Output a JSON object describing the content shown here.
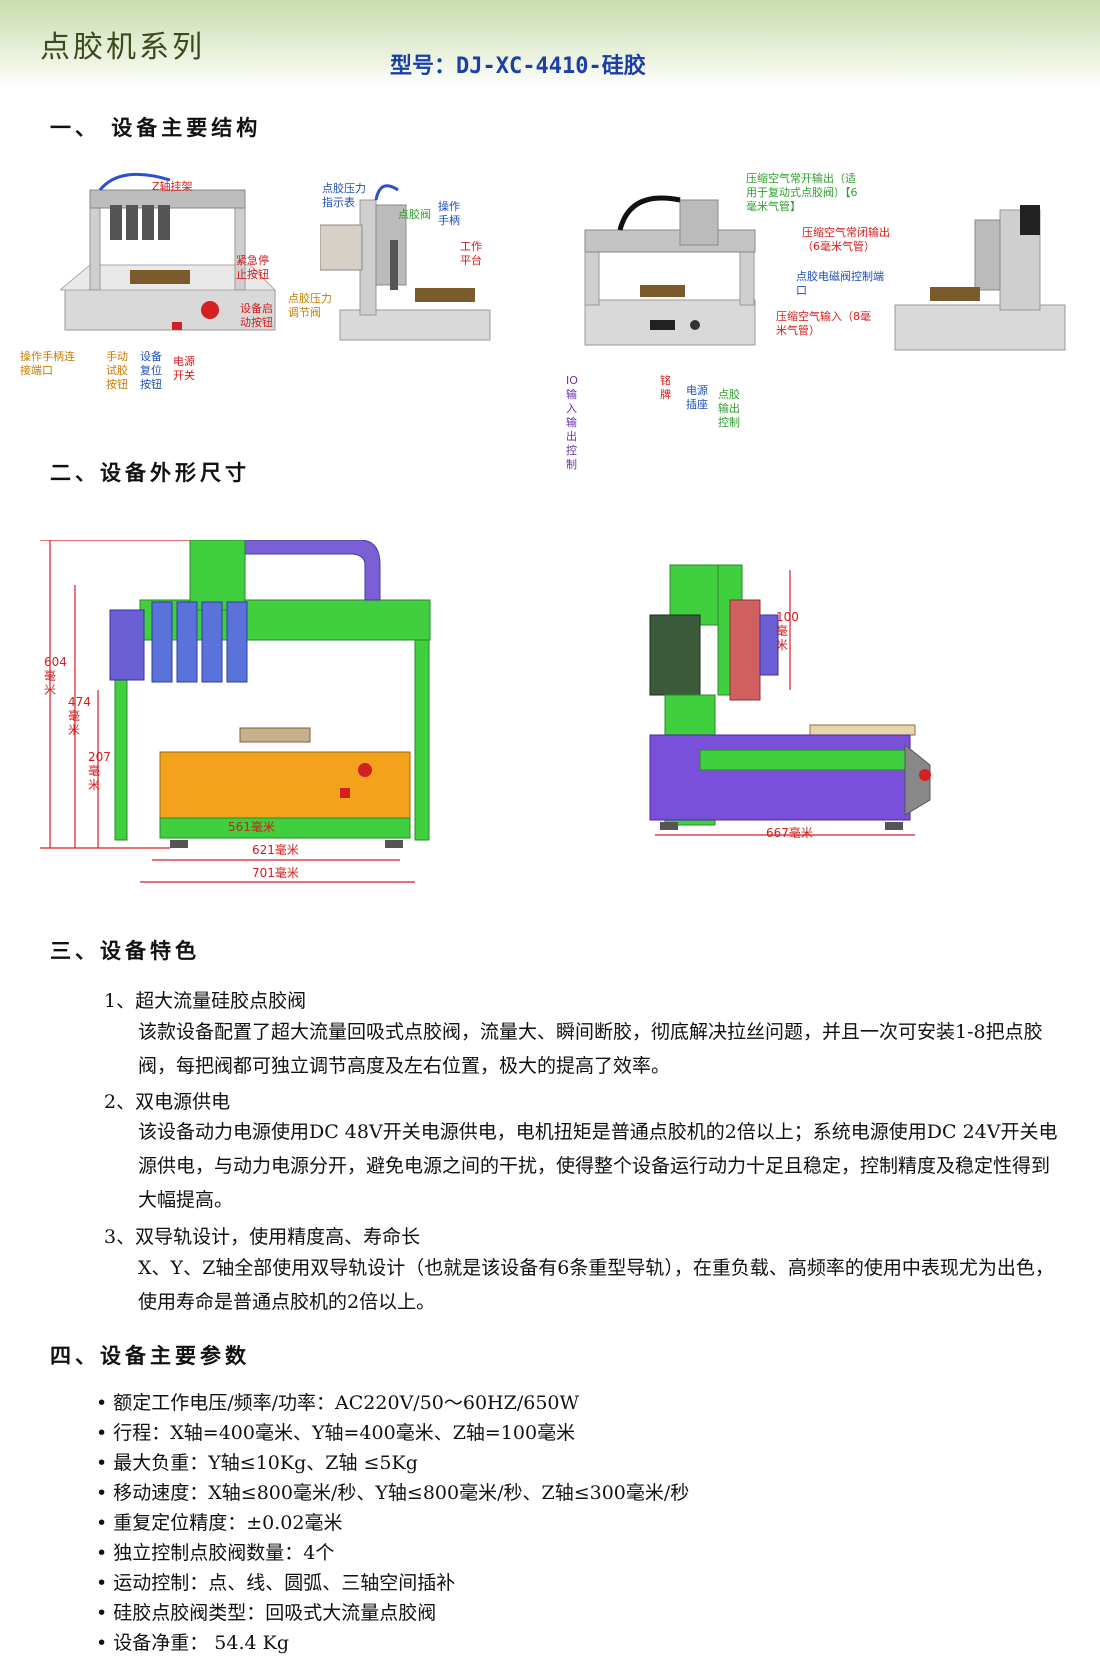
{
  "header": {
    "brand": "点胶机系列",
    "model": "型号：DJ-XC-4410-硅胶"
  },
  "sections": {
    "s1": "一、 设备主要结构",
    "s2": "二、设备外形尺寸",
    "s3": "三、设备特色",
    "s4": "四、设备主要参数"
  },
  "structure_labels": {
    "z_axis_rack": "Z轴挂架",
    "emergency_stop": "紧急停止按钮",
    "start_button": "设备启动按钮",
    "handle_port": "操作手柄连接端口",
    "manual_test": "手动试胶按钮",
    "reset": "设备复位按钮",
    "power_switch": "电源开关",
    "pressure_gauge": "点胶压力指示表",
    "valve": "点胶阀",
    "handle": "操作手柄",
    "work_table": "工作平台",
    "pressure_regulator": "点胶压力调节阀",
    "air_open": "压缩空气常开输出（适用于复动式点胶阀）【6毫米气管】",
    "air_closed": "压缩空气常闭输出（6毫米气管）",
    "solenoid_port": "点胶电磁阀控制端口",
    "air_input": "压缩空气输入（8毫米气管）",
    "io_port": "IO输入输出控制",
    "nameplate": "铭牌",
    "power_socket": "电源插座",
    "dispense_output": "点胶输出控制"
  },
  "dimensions": {
    "h604": "604毫米",
    "h474": "474毫米",
    "h207": "207毫米",
    "w561": "561毫米",
    "w621": "621毫米",
    "w701": "701毫米",
    "d667": "667毫米",
    "z100": "100毫米"
  },
  "features": [
    {
      "title": "1、超大流量硅胶点胶阀",
      "body": "该款设备配置了超大流量回吸式点胶阀，流量大、瞬间断胶，彻底解决拉丝问题，并且一次可安装1-8把点胶阀，每把阀都可独立调节高度及左右位置，极大的提高了效率。"
    },
    {
      "title": "2、双电源供电",
      "body": " 该设备动力电源使用DC 48V开关电源供电，电机扭矩是普通点胶机的2倍以上；系统电源使用DC 24V开关电源供电，与动力电源分开，避免电源之间的干扰，使得整个设备运行动力十足且稳定，控制精度及稳定性得到大幅提高。"
    },
    {
      "title": "3、双导轨设计，使用精度高、寿命长",
      "body": " X、Y、Z轴全部使用双导轨设计（也就是该设备有6条重型导轨），在重负载、高频率的使用中表现尤为出色，使用寿命是普通点胶机的2倍以上。"
    }
  ],
  "params": [
    "额定工作电压/频率/功率：AC220V/50～60HZ/650W",
    "行程：X轴=400毫米、Y轴=400毫米、Z轴=100毫米",
    "最大负重：Y轴≤10Kg、Z轴 ≤5Kg",
    "移动速度：X轴≤800毫米/秒、Y轴≤800毫米/秒、Z轴≤300毫米/秒",
    "重复定位精度：±0.02毫米",
    "独立控制点胶阀数量：4个",
    "运动控制：点、线、圆弧、三轴空间插补",
    "硅胶点胶阀类型：回吸式大流量点胶阀",
    "设备净重： 54.4 Kg"
  ]
}
